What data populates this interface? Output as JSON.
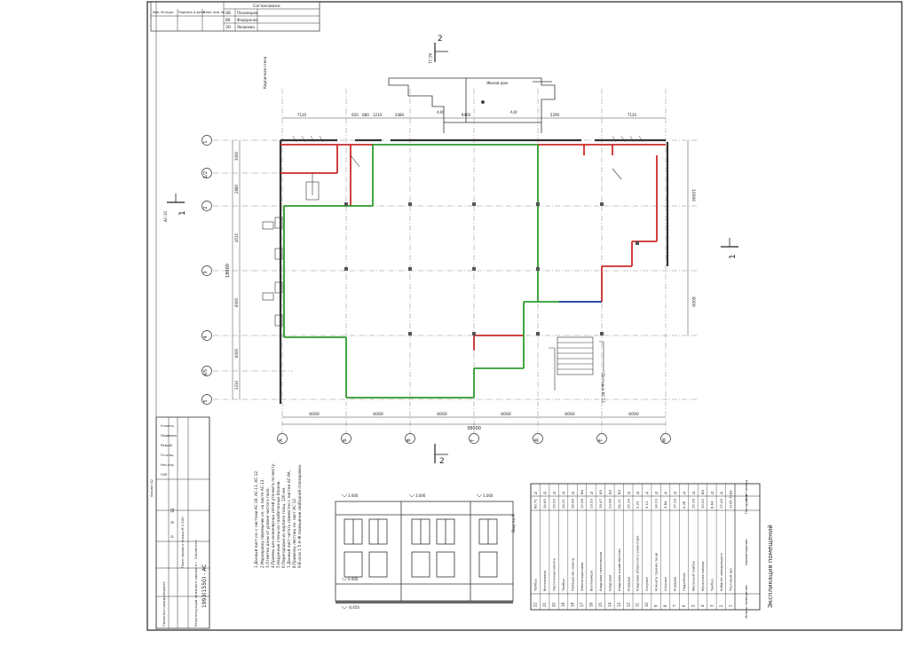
{
  "stamp": {
    "agreed_label": "Согласовано:",
    "cols": [
      "Инв. № подл.",
      "Подпись и дата",
      "Взам. инв. №"
    ],
    "rows": [
      {
        "code": "ОВ",
        "name": "Пономарев"
      },
      {
        "code": "ВК",
        "name": "Федоренко"
      },
      {
        "code": "ЭО",
        "name": "Яковлева"
      }
    ]
  },
  "axes": {
    "horizontal": [
      "1",
      "1/2",
      "2",
      "3",
      "4",
      "4/5",
      "5"
    ],
    "vertical": [
      "А",
      "Б",
      "В",
      "Г",
      "Д",
      "Е",
      "Ж"
    ]
  },
  "dimensions": {
    "bottom_spans": [
      "6000",
      "6000",
      "6000",
      "6000",
      "6000",
      "6000"
    ],
    "bottom_total": "36000",
    "top_spans": [
      "7120",
      "920",
      "880",
      "1210",
      "3480",
      "9400",
      "5290",
      "7120"
    ],
    "left_spans": [
      "3000",
      "2880",
      "4510",
      "6000",
      "6000",
      "3310"
    ],
    "left_total": "18000",
    "right_spans": [
      "12000",
      "6000"
    ]
  },
  "section_marks": {
    "top": {
      "num": "2",
      "sheet": "АС-11"
    },
    "bottom": {
      "num": "2"
    },
    "left": {
      "num": "1",
      "sheet": "АС-10"
    },
    "right": {
      "num": "1"
    }
  },
  "annotations": {
    "residential": "Жилой дом",
    "stair_label": "Лестница АС-12",
    "wall_note": "Кирпичная стена"
  },
  "notes": {
    "title": "1.Данный лист см. с листами  АС-10, АС-11, АС-12.",
    "lines": [
      "2.Маркировку перемычек см. на листе АС-13.",
      "3.Отметки даны от уровня чистого пола.",
      "4.Проемы для инженерных сетей уточнить по месту.",
      "5.Наружные стены из газобетонных блоков.",
      "6.Перегородки из кирпича толщ. 120 мм.",
      "7.Данный лист читать совместно с листом АС-9А.",
      "8.Привязку лестниц см. лист АС-12.",
      "9.В осях 1-5 А-Ж помещение свободной планировки."
    ]
  },
  "title_block": {
    "code": "1993(1550) - АС",
    "project": "Реконструкция нежилого здания в г. Смоленске",
    "stage_value": "Р",
    "sheet_value": "9",
    "sheets_value": "31",
    "sheet_name": "План первого этажа М 1:100",
    "org": "Смоленскгражданпроект",
    "roles": [
      "ГИП",
      "Нач.отд.",
      "Гл.спец.",
      "Разраб.",
      "Проверил",
      "Н.контр."
    ],
    "format": "Формат А2"
  },
  "explication": {
    "title": "Экспликация помещений",
    "headers": [
      "Номер помещения",
      "Наименование",
      "Площадь м²",
      "Кат. помещ."
    ],
    "rows": [
      {
        "no": "1",
        "name": "Торговый зал",
        "area": "1105.71",
        "cat": "В1"
      },
      {
        "no": "2",
        "name": "Кабинет заведующего",
        "area": "17.43",
        "cat": "Д"
      },
      {
        "no": "3",
        "name": "Тамбур",
        "area": "8.64",
        "cat": "Д"
      },
      {
        "no": "4",
        "name": "Мусорная камера",
        "area": "10.03",
        "cat": "В3"
      },
      {
        "no": "5",
        "name": "Мусорный тамбур",
        "area": "15.19",
        "cat": "Д"
      },
      {
        "no": "6",
        "name": "Подсобное",
        "area": "5.26",
        "cat": "Д"
      },
      {
        "no": "7",
        "name": "Коридор",
        "area": "17.19",
        "cat": "Д"
      },
      {
        "no": "8",
        "name": "Санузел",
        "area": "3.84",
        "cat": "Д"
      },
      {
        "no": "9",
        "name": "Комната приема пищи",
        "area": "14.23",
        "cat": "Д"
      },
      {
        "no": "10",
        "name": "Санузел",
        "area": "3.11",
        "cat": "Д"
      },
      {
        "no": "11",
        "name": "Кладовая уборочного инвентаря",
        "area": "3.20",
        "cat": "Д"
      },
      {
        "no": "12",
        "name": "Коридор",
        "area": "25.14",
        "cat": "Д"
      },
      {
        "no": "13",
        "name": "Кладовая хозяйственная",
        "area": "24.11",
        "cat": "В3"
      },
      {
        "no": "14",
        "name": "Кладовая",
        "area": "23.48",
        "cat": "В3"
      },
      {
        "no": "15",
        "name": "Кладовая промтоваров",
        "area": "19.47",
        "cat": "В3"
      },
      {
        "no": "16",
        "name": "Венткамера",
        "area": "13.53",
        "cat": "Д"
      },
      {
        "no": "17",
        "name": "Электрощитовая",
        "area": "12.08",
        "cat": "В4"
      },
      {
        "no": "18",
        "name": "Помещение охраны",
        "area": "16.49",
        "cat": "Д"
      },
      {
        "no": "19",
        "name": "Тамбур",
        "area": "14.21",
        "cat": "Д"
      },
      {
        "no": "20",
        "name": "Лестничная клетка",
        "area": "15.53",
        "cat": "Д"
      },
      {
        "no": "21",
        "name": "Венткамера",
        "area": "14.60",
        "cat": "Д"
      },
      {
        "no": "22",
        "name": "Тамбур",
        "area": "80.71",
        "cat": "Д"
      }
    ]
  },
  "facade": {
    "title": "Вид по А",
    "elevations": [
      "3.000",
      "3.000",
      "3.000",
      "0.000",
      "-0.450"
    ]
  }
}
